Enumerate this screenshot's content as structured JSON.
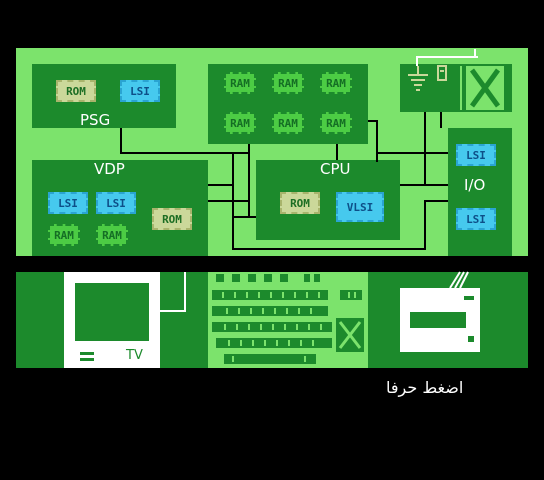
{
  "diagram": {
    "blocks": {
      "psg": {
        "label": "PSG",
        "chips": [
          "ROM",
          "LSI"
        ]
      },
      "vdp": {
        "label": "VDP",
        "chips": [
          "LSI",
          "LSI",
          "ROM",
          "RAM",
          "RAM"
        ]
      },
      "ram_bank": {
        "chips": [
          "RAM",
          "RAM",
          "RAM",
          "RAM",
          "RAM",
          "RAM"
        ]
      },
      "cpu": {
        "label": "CPU",
        "chips": [
          "ROM",
          "VLSI"
        ]
      },
      "io": {
        "label": "I/O",
        "chips": [
          "LSI",
          "LSI"
        ]
      }
    }
  },
  "peripherals": {
    "tv": {
      "label": "TV"
    }
  },
  "prompt": {
    "text": "اضغط حرفا"
  },
  "colors": {
    "background": "#000000",
    "board_light_green": "#7ce36c",
    "board_dark_green": "#1c8a2c",
    "chip_ram": "#4ccc44",
    "chip_rom": "#cbd89a",
    "chip_lsi": "#46c9ee",
    "tv_frame": "#ffffff"
  }
}
